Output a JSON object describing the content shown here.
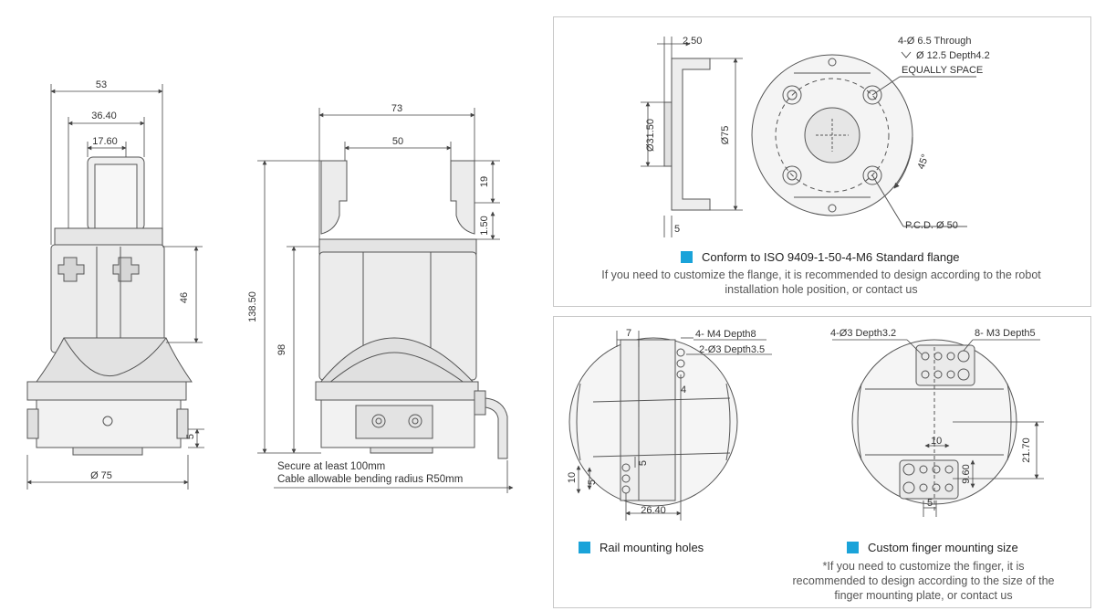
{
  "dims": {
    "width_53": "53",
    "width_36_40": "36.40",
    "width_17_60": "17.60",
    "height_46": "46",
    "height_5": "5",
    "dia_75": "Ø 75",
    "width_73": "73",
    "width_50": "50",
    "height_19": "19",
    "height_1_50": "1.50",
    "height_138_50": "138.50",
    "height_98": "98",
    "flange_2_50": "2.50",
    "flange_dia_31_50": "Ø31.50",
    "flange_dia_75": "Ø75",
    "flange_5": "5",
    "angle_45": "45°",
    "rail_7": "7",
    "rail_4": "4",
    "rail_5": "5",
    "rail_10": "10",
    "rail_5b": "5",
    "rail_26_40": "26.40",
    "finger_10": "10",
    "finger_21_70": "21.70",
    "finger_9_60": "9.60",
    "finger_5": "5"
  },
  "notes": {
    "cable_line1": "Secure at least 100mm",
    "cable_line2": "Cable allowable bending radius R50mm"
  },
  "flange": {
    "hole_spec_1": "4-Ø 6.5 Through",
    "hole_spec_2": "Ø 12.5  Depth4.2",
    "hole_spec_3": "EQUALLY SPACE",
    "pcd": "P.C.D.  Ø 50",
    "caption": "Conform to ISO 9409-1-50-4-M6 Standard flange",
    "note": "If you need to customize the flange, it is recommended to design according to the robot installation hole position, or contact us"
  },
  "rail": {
    "spec_1": "4- M4  Depth8",
    "spec_2": "2-Ø3 Depth3.5",
    "caption": "Rail mounting holes"
  },
  "finger": {
    "spec_1": "4-Ø3  Depth3.2",
    "spec_2": "8- M3  Depth5",
    "caption": "Custom finger mounting size",
    "note": "*If you need to customize the finger, it is recommended to design according to the size of the finger mounting plate, or contact us"
  },
  "colors": {
    "accent": "#1aa3d9",
    "line": "#555555",
    "fill": "#e9e9e9"
  }
}
